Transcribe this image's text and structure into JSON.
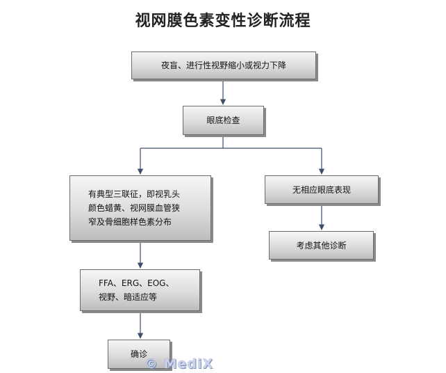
{
  "title": "视网膜色素变性诊断流程",
  "nodes": {
    "symptom": "夜盲、进行性视野缩小或视力下降",
    "fundus_exam": "眼底检查",
    "typical_signs": "有典型三联征，即视乳头\n颜色蜡黄、视网膜血管狭\n窄及骨细胞样色素分布",
    "no_signs": "无相应眼底表现",
    "tests": "FFA、ERG、EOG、\n视野、暗适应等",
    "other_diagnosis": "考虑其他诊断",
    "confirm": "确诊"
  },
  "watermark": "© MediX",
  "colors": {
    "line": "#3d4f6b",
    "box_border": "#6b6b6b"
  }
}
